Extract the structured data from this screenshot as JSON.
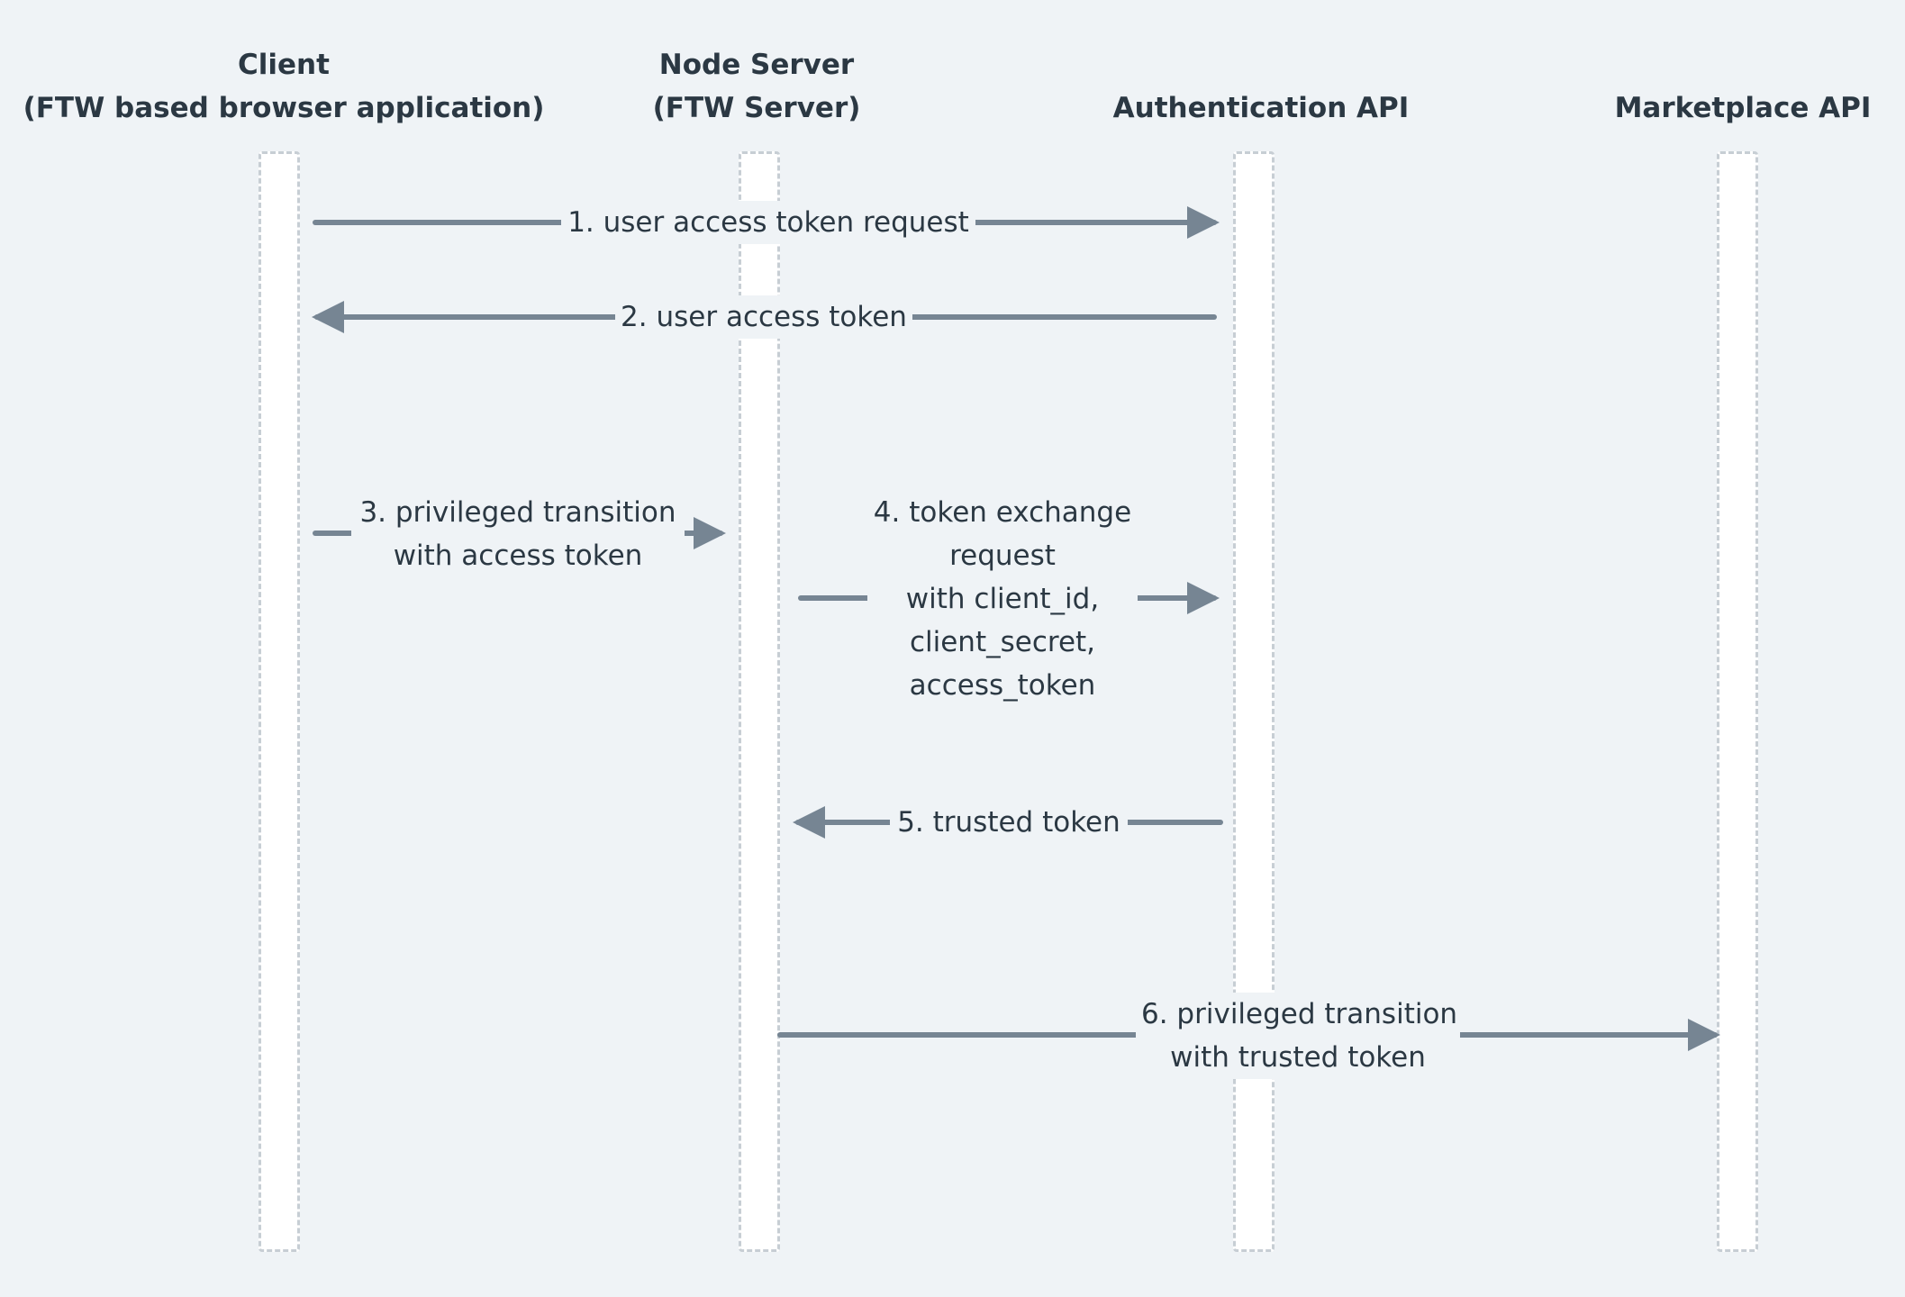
{
  "colors": {
    "background": "#eff3f6",
    "arrow": "#768593",
    "text": "#2b3843",
    "lifeline_fill": "#ffffff",
    "lifeline_border": "#c7ced4"
  },
  "participants": [
    {
      "id": "client",
      "lines": [
        "Client",
        "(FTW based browser application)"
      ]
    },
    {
      "id": "node-server",
      "lines": [
        "Node Server",
        "(FTW Server)"
      ]
    },
    {
      "id": "auth-api",
      "lines": [
        "",
        "Authentication API"
      ]
    },
    {
      "id": "marketplace-api",
      "lines": [
        "",
        "Marketplace API"
      ]
    }
  ],
  "messages": [
    {
      "id": "msg-1",
      "from": "client",
      "to": "auth-api",
      "lines": [
        "1. user access token request"
      ]
    },
    {
      "id": "msg-2",
      "from": "auth-api",
      "to": "client",
      "lines": [
        "2. user access token"
      ]
    },
    {
      "id": "msg-3",
      "from": "client",
      "to": "node-server",
      "lines": [
        "3. privileged transition",
        "with access token"
      ]
    },
    {
      "id": "msg-4",
      "from": "node-server",
      "to": "auth-api",
      "lines": [
        "4. token exchange",
        "request",
        "with client_id,",
        "client_secret,",
        "access_token"
      ]
    },
    {
      "id": "msg-5",
      "from": "auth-api",
      "to": "node-server",
      "lines": [
        "5. trusted token"
      ]
    },
    {
      "id": "msg-6",
      "from": "node-server",
      "to": "marketplace-api",
      "lines": [
        "6. privileged transition",
        "with trusted token"
      ]
    }
  ]
}
